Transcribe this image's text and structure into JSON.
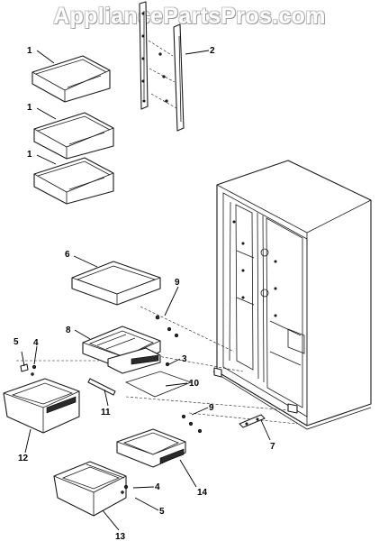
{
  "watermark": "AppliancePartsPros.com",
  "callouts": [
    {
      "id": "c1a",
      "label": "1"
    },
    {
      "id": "c1b",
      "label": "1"
    },
    {
      "id": "c1c",
      "label": "1"
    },
    {
      "id": "c2",
      "label": "2"
    },
    {
      "id": "c3",
      "label": "3"
    },
    {
      "id": "c4a",
      "label": "4"
    },
    {
      "id": "c4b",
      "label": "4"
    },
    {
      "id": "c5a",
      "label": "5"
    },
    {
      "id": "c5b",
      "label": "5"
    },
    {
      "id": "c6",
      "label": "6"
    },
    {
      "id": "c7",
      "label": "7"
    },
    {
      "id": "c8",
      "label": "8"
    },
    {
      "id": "c9a",
      "label": "9"
    },
    {
      "id": "c9b",
      "label": "9"
    },
    {
      "id": "c10",
      "label": "10"
    },
    {
      "id": "c11",
      "label": "11"
    },
    {
      "id": "c12",
      "label": "12"
    },
    {
      "id": "c13",
      "label": "13"
    },
    {
      "id": "c14",
      "label": "14"
    }
  ]
}
